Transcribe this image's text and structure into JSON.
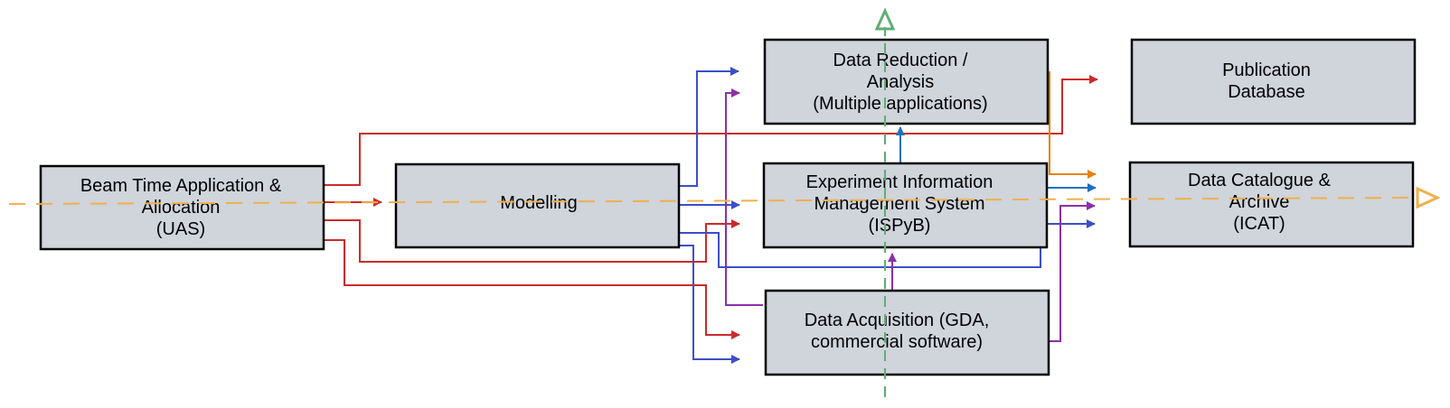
{
  "colors": {
    "box_fill": "#d0d4db",
    "red": "#cc2a2a",
    "blue": "#3c4fc8",
    "purple": "#8e2fa6",
    "orange": "#e8820c",
    "steel_blue": "#1f6fbf",
    "dashed_orange": "#efb04e",
    "dashed_green": "#5fae74"
  },
  "nodes": {
    "uas": {
      "lines": [
        "Beam Time Application &",
        "Allocation",
        "(UAS)"
      ]
    },
    "modelling": {
      "lines": [
        "Modelling"
      ]
    },
    "reduction": {
      "lines": [
        "Data Reduction /",
        "Analysis",
        "(Multiple applications)"
      ]
    },
    "ispyb": {
      "lines": [
        "Experiment Information",
        "Management System",
        "(ISPyB)"
      ]
    },
    "acquisition": {
      "lines": [
        "Data Acquisition (GDA,",
        "commercial software)"
      ]
    },
    "publication": {
      "lines": [
        "Publication",
        "Database"
      ]
    },
    "icat": {
      "lines": [
        "Data Catalogue &",
        "Archive",
        "(ICAT)"
      ]
    }
  }
}
